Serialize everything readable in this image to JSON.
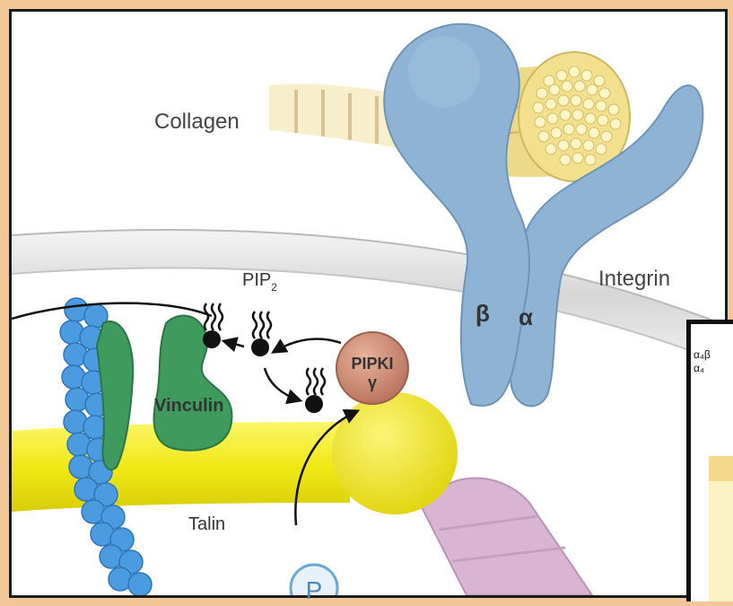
{
  "labels": {
    "collagen": "Collagen",
    "integrin": "Integrin",
    "beta": "β",
    "alpha": "α",
    "pip2": "PIP",
    "pip2_sub": "2",
    "pipki": "PIPKI",
    "pipki_gamma": "γ",
    "vinculin": "Vinculin",
    "talin": "Talin",
    "phosphate": "P"
  },
  "inset": {
    "line1": "α₄β",
    "line2": "α₄"
  },
  "colors": {
    "frame_border": "#f3c698",
    "frame_inner": "#1c1c1c",
    "integrin": "#8fb3d4",
    "collagen": "#f3e08f",
    "talin": "#f4ee2a",
    "vinculin": "#3f9a5e",
    "actin": "#4b9be0",
    "pipki": "#c9876d",
    "pink_domain": "#d9b5d3",
    "membrane": "#dcdcdc"
  }
}
